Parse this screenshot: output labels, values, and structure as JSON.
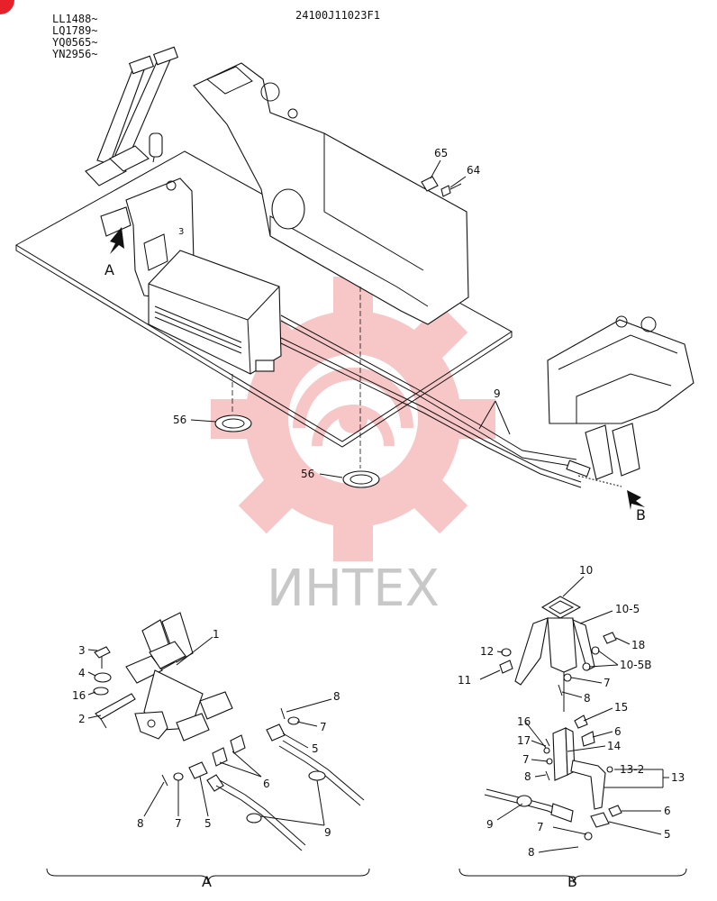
{
  "header": {
    "drawing_code": "24100J11023F1",
    "serials": [
      "LL1488~",
      "LQ1789~",
      "YQ0565~",
      "YN2956~"
    ]
  },
  "watermark": {
    "text": "ИНТЕХ",
    "color": "#f5b5b5"
  },
  "main_labels": {
    "p65": "65",
    "p64": "64",
    "p9": "9",
    "p56a": "56",
    "p56b": "56",
    "view_a": "A",
    "view_b": "B",
    "p3": "3"
  },
  "detail_a": {
    "p1": "1",
    "p3": "3",
    "p4": "4",
    "p16": "16",
    "p2": "2",
    "p8a": "8",
    "p7a": "7",
    "p5a": "5",
    "p6": "6",
    "p8b": "8",
    "p7b": "7",
    "p5b": "5",
    "p9": "9",
    "caption": "A"
  },
  "detail_b": {
    "p10": "10",
    "p10_5": "10-5",
    "p18": "18",
    "p12": "12",
    "p10_5b": "10-5B",
    "p11": "11",
    "p7a": "7",
    "p8a": "8",
    "p15": "15",
    "p16": "16",
    "p6a": "6",
    "p17": "17",
    "p14": "14",
    "p7b": "7",
    "p13_2": "13-2",
    "p13": "13",
    "p8b": "8",
    "p9": "9",
    "p6b": "6",
    "p7c": "7",
    "p5": "5",
    "p8c": "8",
    "caption": "B"
  }
}
